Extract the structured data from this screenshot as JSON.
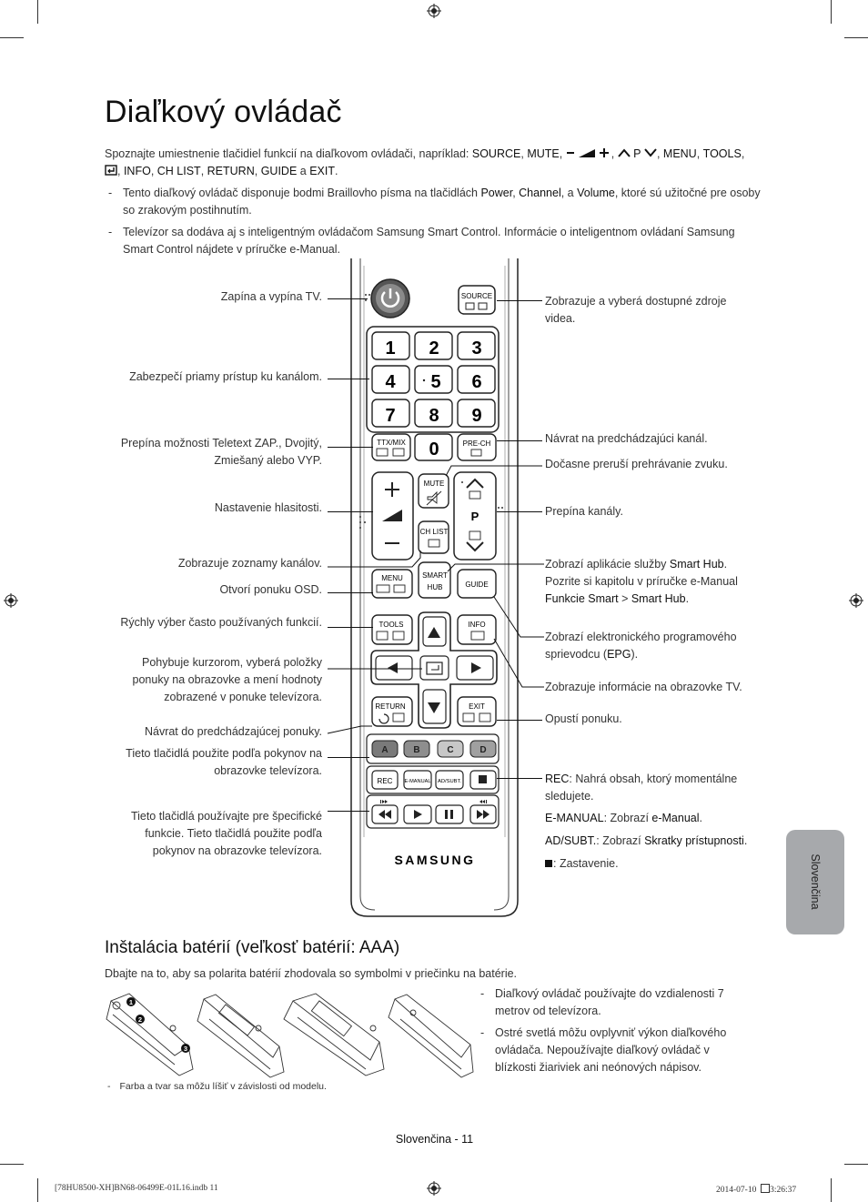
{
  "title": "Diaľkový ovládač",
  "intro": {
    "text1": "Spoznajte umiestnenie tlačidiel funkcií na diaľkovom ovládači, napríklad: ",
    "source": "SOURCE",
    "mute": "MUTE",
    "p": "P",
    "menu": "MENU",
    "tools": "TOOLS",
    "info": "INFO",
    "chlist": "CH LIST",
    "return": "RETURN",
    "guide": "GUIDE",
    "and": "a",
    "exit": "EXIT"
  },
  "notes": [
    {
      "a": "Tento diaľkový ovládač disponuje bodmi Braillovho písma na tlačidlách ",
      "k1": "Power",
      "b": ", ",
      "k2": "Channel",
      "c": ", a ",
      "k3": "Volume",
      "d": ", ktoré sú užitočné pre osoby so zrakovým postihnutím."
    },
    {
      "a": "Televízor sa dodáva aj s inteligentným ovládačom Samsung Smart Control. Informácie o inteligentnom ovládaní Samsung Smart Control nájdete v príručke e-Manual."
    }
  ],
  "left_labels": [
    "Zapína a vypína TV.",
    "Zabezpečí priamy prístup ku kanálom.",
    "Prepína možnosti Teletext ZAP., Dvojitý, Zmiešaný alebo VYP.",
    "Nastavenie hlasitosti.",
    "Zobrazuje zoznamy kanálov.",
    "Otvorí ponuku OSD.",
    "Rýchly výber často používaných funkcií.",
    "Pohybuje kurzorom, vyberá položky ponuky na obrazovke a mení hodnoty zobrazené v ponuke televízora.",
    "Návrat do predchádzajúcej ponuky.",
    "Tieto tlačidlá použite podľa pokynov na obrazovke televízora.",
    "Tieto tlačidlá používajte pre špecifické funkcie. Tieto tlačidlá použite podľa pokynov na obrazovke televízora."
  ],
  "right_labels": {
    "source": "Zobrazuje a vyberá dostupné zdroje videa.",
    "prech": "Návrat na predchádzajúci kanál.",
    "mute": "Dočasne preruší prehrávanie zvuku.",
    "channel": "Prepína kanály.",
    "smarthub_a": "Zobrazí aplikácie služby ",
    "smarthub_k": "Smart Hub",
    "smarthub_b": ". Pozrite si kapitolu v príručke e-Manual ",
    "smarthub_c": "Funkcie Smart",
    "smarthub_d": " > ",
    "smarthub_e": "Smart Hub",
    "smarthub_f": ".",
    "guide_a": "Zobrazí elektronického programového sprievodcu (",
    "guide_k": "EPG",
    "guide_b": ").",
    "info": "Zobrazuje informácie na obrazovke TV.",
    "exit": "Opustí ponuku.",
    "rec_k": "REC",
    "rec": ": Nahrá obsah, ktorý momentálne sledujete.",
    "emanual_k": "E-MANUAL",
    "emanual_a": ": Zobrazí ",
    "emanual_k2": "e-Manual",
    "emanual_b": ".",
    "adsubt_k": "AD/SUBT.",
    "adsubt_a": ": Zobrazí ",
    "adsubt_k2": "Skratky prístupnosti",
    "adsubt_b": ".",
    "stop": ": Zastavenie."
  },
  "remote": {
    "source": "SOURCE",
    "digits": [
      "1",
      "2",
      "3",
      "4",
      "5",
      "6",
      "7",
      "8",
      "9",
      "0"
    ],
    "ttx": "TTX/MIX",
    "prech": "PRE-CH",
    "mute": "MUTE",
    "chlist": "CH LIST",
    "p": "P",
    "menu": "MENU",
    "smart": "SMART",
    "hub": "HUB",
    "guide": "GUIDE",
    "tools": "TOOLS",
    "info": "INFO",
    "return": "RETURN",
    "exit": "EXIT",
    "colors": [
      "A",
      "B",
      "C",
      "D"
    ],
    "rec": "REC",
    "emanual": "E-MANUAL",
    "adsubt": "AD/SUBT.",
    "brand": "SAMSUNG"
  },
  "battery": {
    "heading": "Inštalácia batérií (veľkosť batérií: AAA)",
    "intro": "Dbajte na to, aby sa polarita batérií zhodovala so symbolmi v priečinku na batérie.",
    "notes": [
      "Diaľkový ovládač používajte do vzdialenosti 7 metrov od televízora.",
      "Ostré svetlá môžu ovplyvniť výkon diaľkového ovládača. Nepoužívajte diaľkový ovládač v blízkosti žiariviek ani neónových nápisov."
    ],
    "caption": "Farba a tvar sa môžu líšiť v závislosti od modelu.",
    "steps": [
      "1",
      "2",
      "3"
    ]
  },
  "sidetab": "Slovenčina",
  "page_footer": "Slovenčina - 11",
  "print_footer": {
    "file": "[78HU8500-XH]BN68-06499E-01L16.indb   11",
    "date": "2014-07-10",
    "time": "3:26:37"
  }
}
